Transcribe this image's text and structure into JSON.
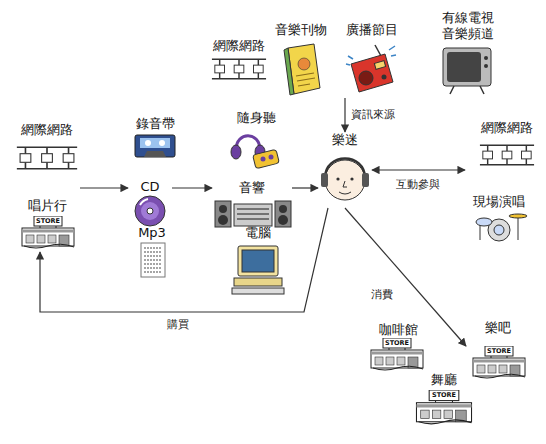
{
  "diagram": {
    "nodes": [
      {
        "text": [
          "網際網路"
        ]
      },
      {
        "text": [
          "音樂刊物"
        ]
      },
      {
        "text": [
          "廣播節目"
        ]
      },
      {
        "text": [
          "有線電視 音樂頻道"
        ]
      },
      {
        "text": [
          "網際網路"
        ]
      },
      {
        "text": [
          "唱片行"
        ]
      },
      {
        "text": [
          "錄音帶"
        ]
      },
      {
        "text": [
          "CD"
        ]
      },
      {
        "text": [
          "Mp3"
        ]
      },
      {
        "text": [
          "隨身聽"
        ]
      },
      {
        "text": [
          "音響"
        ]
      },
      {
        "text": [
          "電腦"
        ]
      },
      {
        "text": [
          "樂迷"
        ]
      },
      {
        "text": [
          "網際網路"
        ]
      },
      {
        "text": [
          "現場演唱"
        ]
      },
      {
        "text": [
          "咖啡館"
        ]
      },
      {
        "text": [
          "樂吧"
        ]
      },
      {
        "text": [
          "舞廳"
        ]
      }
    ],
    "edges": [
      {
        "from": 5,
        "to": 7,
        "arrow": "to"
      },
      {
        "from": 7,
        "to": 10,
        "arrow": "to"
      },
      {
        "from": 10,
        "to": 12,
        "arrow": "to"
      },
      {
        "from": 2,
        "to": 12,
        "label": "資訊來源",
        "arrow": "to"
      },
      {
        "from": 12,
        "to": 14,
        "label": "互動參與",
        "arrow": "both"
      },
      {
        "from": 12,
        "to": 16,
        "label": "消費",
        "arrow": "to"
      },
      {
        "from": 12,
        "to": 5,
        "label": "購買",
        "arrow": "to"
      }
    ],
    "labels": [
      "STORE",
      "STORE",
      "STORE",
      "STORE"
    ]
  }
}
